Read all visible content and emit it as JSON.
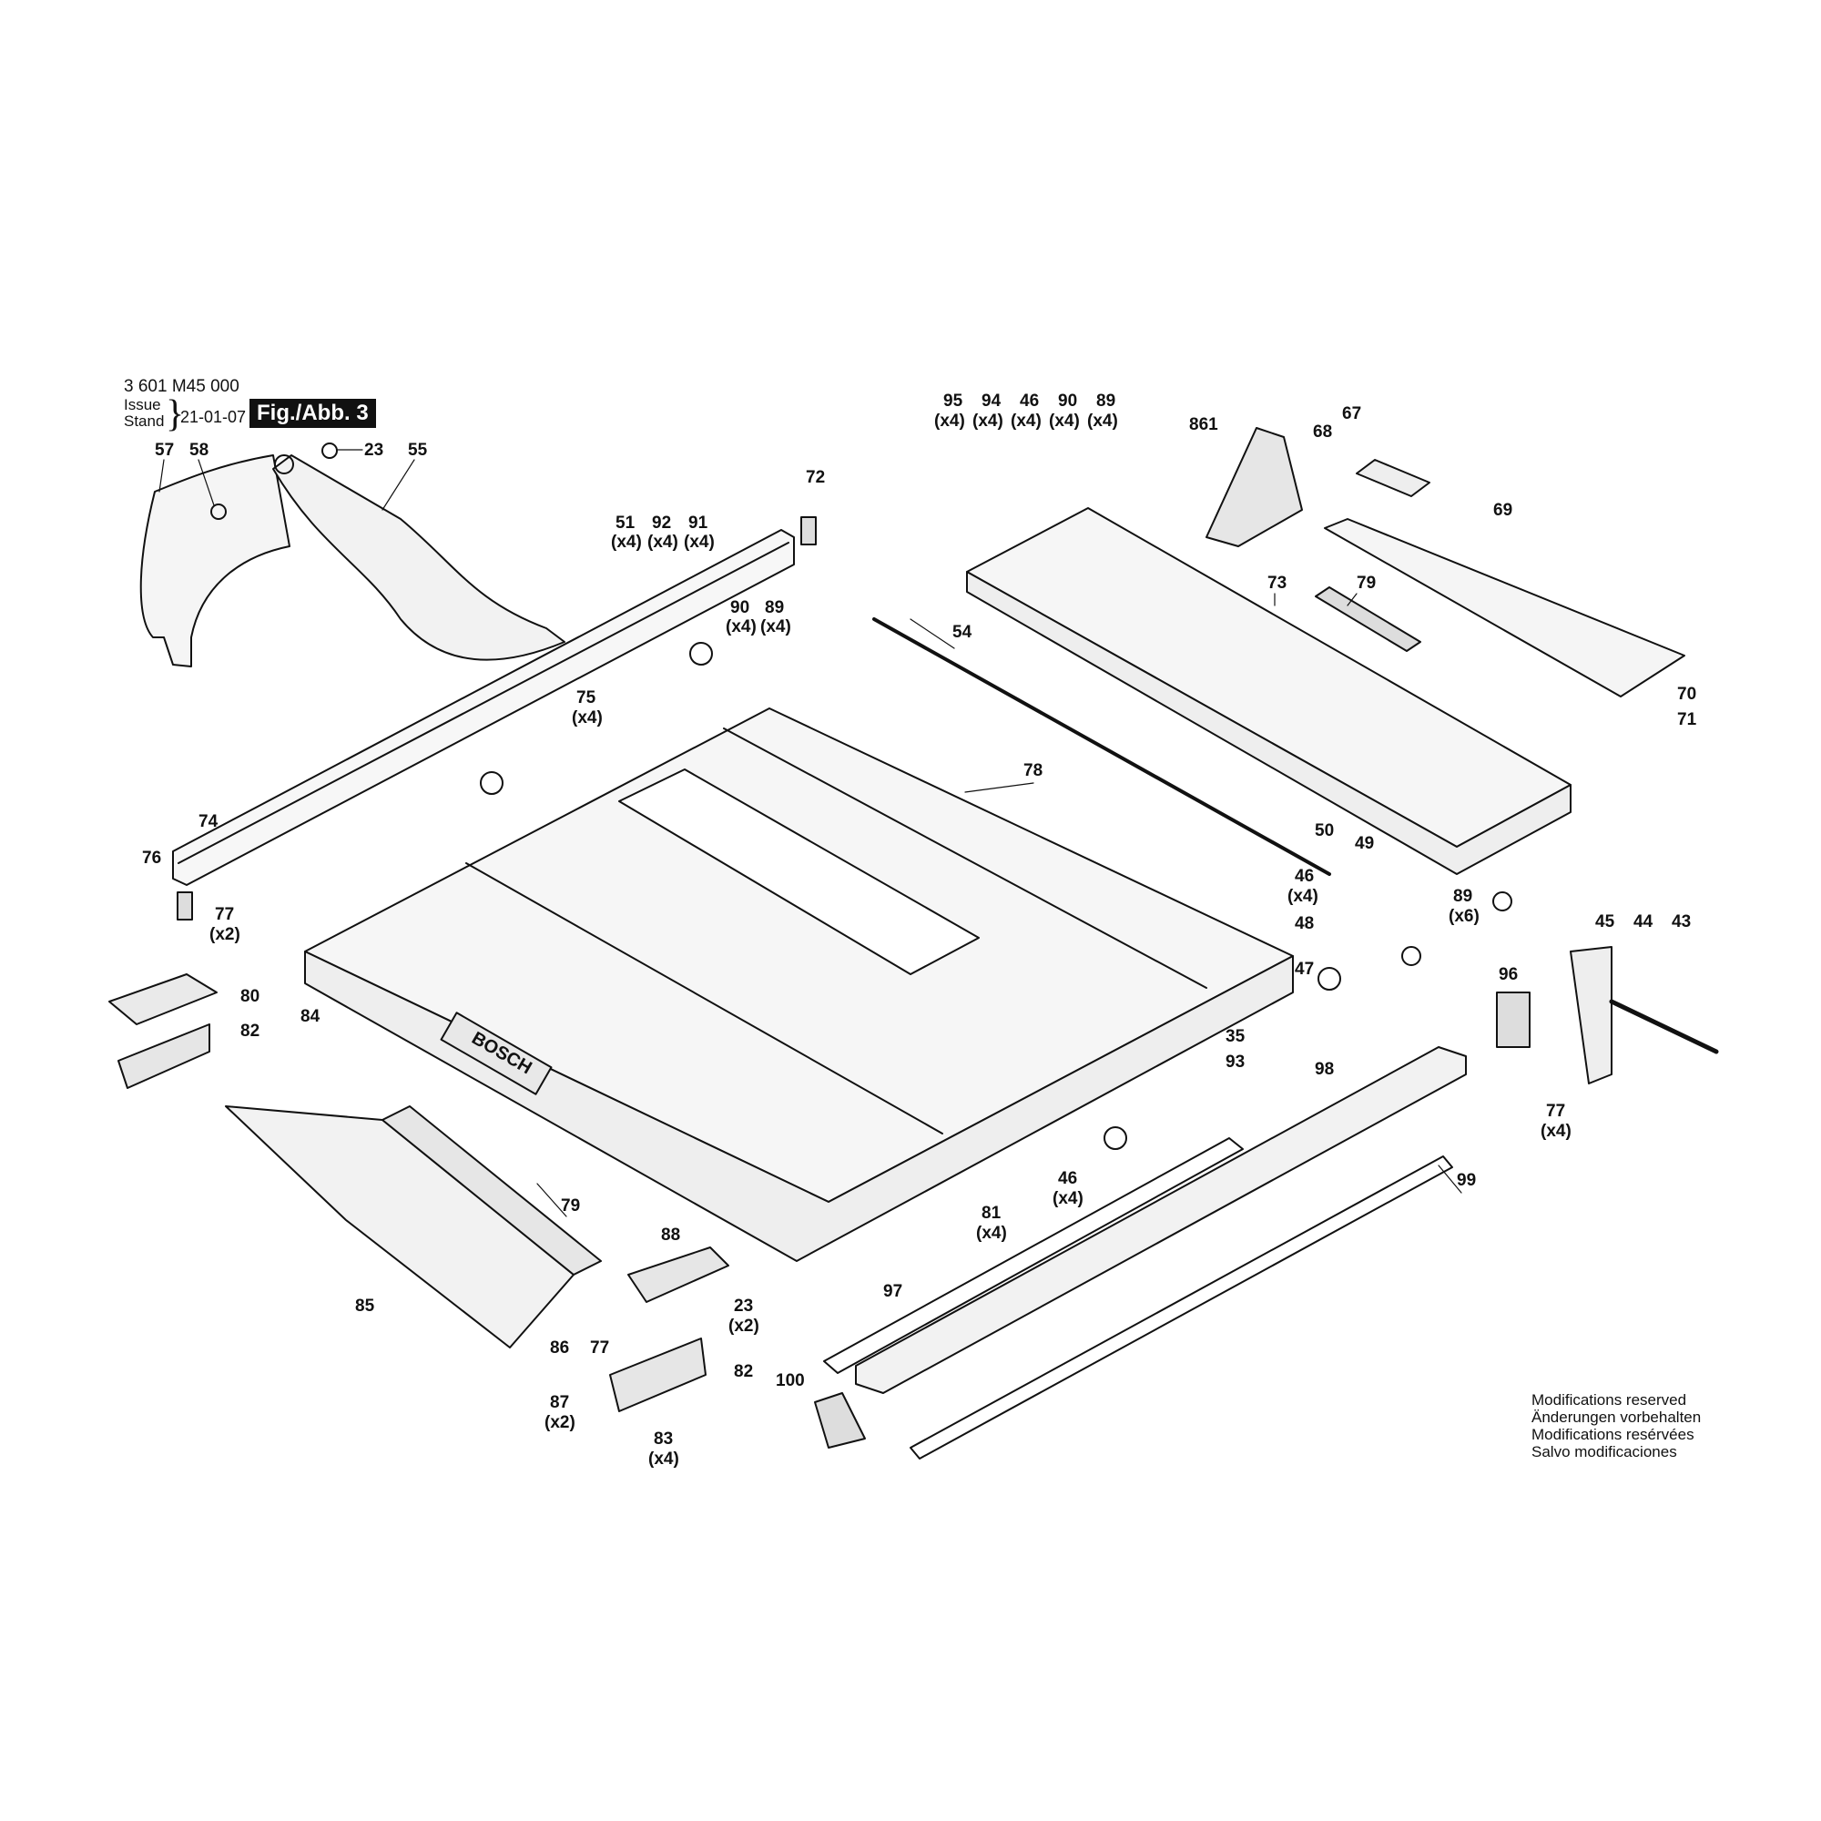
{
  "header": {
    "part_number": "3 601 M45 000",
    "issue_label": "Issue",
    "stand_label": "Stand",
    "date": "21-01-07",
    "figure_label": "Fig./Abb. 3"
  },
  "brand_text": "BOSCH",
  "notice": {
    "lines": [
      "Modifications reserved",
      "Änderungen vorbehalten",
      "Modifications resérvées",
      "Salvo modificaciones"
    ]
  },
  "callouts": [
    {
      "id": "57"
    },
    {
      "id": "58"
    },
    {
      "id": "23"
    },
    {
      "id": "55"
    },
    {
      "id": "72"
    },
    {
      "id": "51",
      "qty": "(x4)"
    },
    {
      "id": "92",
      "qty": "(x4)"
    },
    {
      "id": "91",
      "qty": "(x4)"
    },
    {
      "id": "90",
      "qty": "(x4)"
    },
    {
      "id": "89",
      "qty": "(x4)"
    },
    {
      "id": "95",
      "qty": "(x4)"
    },
    {
      "id": "94",
      "qty": "(x4)"
    },
    {
      "id": "46",
      "qty": "(x4)"
    },
    {
      "id": "90",
      "qty": "(x4)"
    },
    {
      "id": "89",
      "qty": "(x4)"
    },
    {
      "id": "861"
    },
    {
      "id": "67"
    },
    {
      "id": "68"
    },
    {
      "id": "69"
    },
    {
      "id": "73"
    },
    {
      "id": "79"
    },
    {
      "id": "54"
    },
    {
      "id": "70"
    },
    {
      "id": "71"
    },
    {
      "id": "75",
      "qty": "(x4)"
    },
    {
      "id": "78"
    },
    {
      "id": "74"
    },
    {
      "id": "76"
    },
    {
      "id": "77",
      "qty": "(x2)"
    },
    {
      "id": "80"
    },
    {
      "id": "82"
    },
    {
      "id": "84"
    },
    {
      "id": "50"
    },
    {
      "id": "49"
    },
    {
      "id": "46",
      "qty": "(x4)"
    },
    {
      "id": "48"
    },
    {
      "id": "89",
      "qty": "(x6)"
    },
    {
      "id": "47"
    },
    {
      "id": "45"
    },
    {
      "id": "44"
    },
    {
      "id": "43"
    },
    {
      "id": "96"
    },
    {
      "id": "35"
    },
    {
      "id": "93"
    },
    {
      "id": "98"
    },
    {
      "id": "77",
      "qty": "(x4)"
    },
    {
      "id": "99"
    },
    {
      "id": "79"
    },
    {
      "id": "46",
      "qty": "(x4)"
    },
    {
      "id": "81",
      "qty": "(x4)"
    },
    {
      "id": "85"
    },
    {
      "id": "88"
    },
    {
      "id": "23",
      "qty": "(x2)"
    },
    {
      "id": "97"
    },
    {
      "id": "86"
    },
    {
      "id": "77"
    },
    {
      "id": "82"
    },
    {
      "id": "87",
      "qty": "(x2)"
    },
    {
      "id": "83",
      "qty": "(x4)"
    },
    {
      "id": "100"
    }
  ]
}
